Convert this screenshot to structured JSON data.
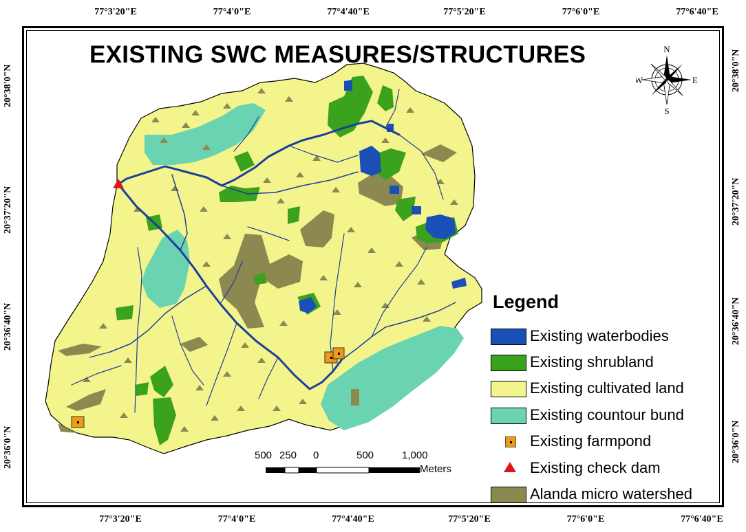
{
  "title": "EXISTING SWC MEASURES/STRUCTURES",
  "coords": {
    "top": [
      "77°3'20\"E",
      "77°4'0\"E",
      "77°4'40\"E",
      "77°5'20\"E",
      "77°6'0\"E",
      "77°6'40\"E"
    ],
    "bottom": [
      "77°3'20\"E",
      "77°4'0\"E",
      "77°4'40\"E",
      "77°5'20\"E",
      "77°6'0\"E",
      "77°6'40\"E"
    ],
    "left": [
      "20°38'0\"N",
      "20°37'20\"N",
      "20°36'40\"N",
      "20°36'0\"N"
    ],
    "right": [
      "20°38'0\"N",
      "20°37'20\"N",
      "20°36'40\"N",
      "20°36'0\"N"
    ]
  },
  "compass": {
    "n": "N",
    "s": "S",
    "e": "E",
    "w": "W"
  },
  "legend": {
    "title": "Legend",
    "items": [
      {
        "label": "Existing waterbodies",
        "color": "#1a4fb5"
      },
      {
        "label": "Existing shrubland",
        "color": "#3aa21d"
      },
      {
        "label": "Existing cultivated land",
        "color": "#f4f48c"
      },
      {
        "label": "Existing countour bund",
        "color": "#6ad3b1"
      },
      {
        "label": "Existing farmpond",
        "color": "#ef9a16"
      },
      {
        "label": "Existing check dam",
        "color": "#e0151b"
      },
      {
        "label": "Alanda micro watershed",
        "color": "#8b8950"
      }
    ]
  },
  "scale": {
    "labels": [
      "500",
      "250",
      "0",
      "500",
      "1,000"
    ],
    "unit": "Meters"
  }
}
